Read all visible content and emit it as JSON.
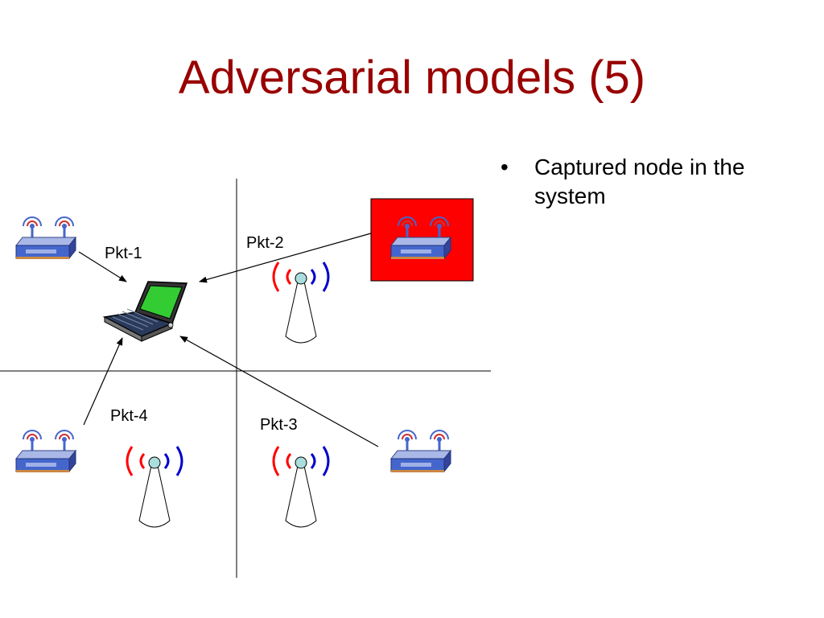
{
  "slide": {
    "title": "Adversarial models (5)",
    "title_color": "#990000",
    "bullets": [
      "Captured node in the system"
    ]
  },
  "diagram": {
    "packet_labels": {
      "pkt1": "Pkt-1",
      "pkt2": "Pkt-2",
      "pkt3": "Pkt-3",
      "pkt4": "Pkt-4"
    },
    "captured_node_color": "#ff0000",
    "signal_left_color": "#ff0000",
    "signal_right_color": "#0000cc",
    "router_body_color": "#4466cc",
    "laptop_screen_color": "#33cc33",
    "icons": {
      "router": "wireless-router-icon",
      "laptop": "laptop-icon",
      "antenna": "antenna-tower-icon"
    }
  }
}
